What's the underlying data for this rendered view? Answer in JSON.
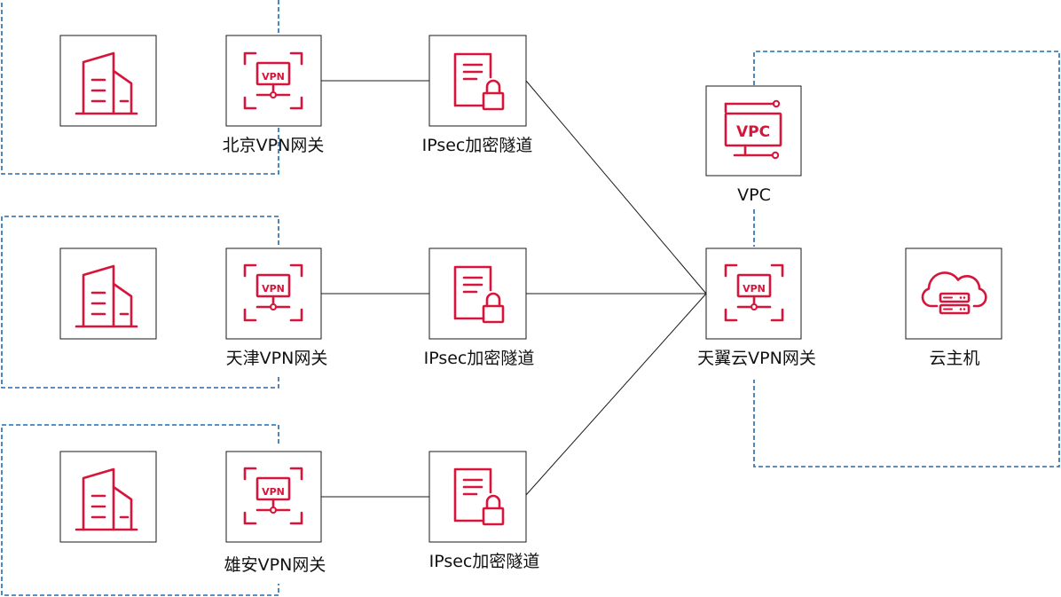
{
  "labels": {
    "beijing_gateway": "北京VPN网关",
    "tianjin_gateway": "天津VPN网关",
    "xiongan_gateway": "雄安VPN网关",
    "tunnel_1": "IPsec加密隧道",
    "tunnel_2": "IPsec加密隧道",
    "tunnel_3": "IPsec加密隧道",
    "vpc": "VPC",
    "cloud_gateway": "天翼云VPN网关",
    "cloud_host": "云主机"
  },
  "icon_text": {
    "vpn": "VPN",
    "vpc": "VPC"
  },
  "colors": {
    "icon": "#d7143a",
    "region_border": "#1f6cb0",
    "box_border": "#1a1a1a"
  }
}
